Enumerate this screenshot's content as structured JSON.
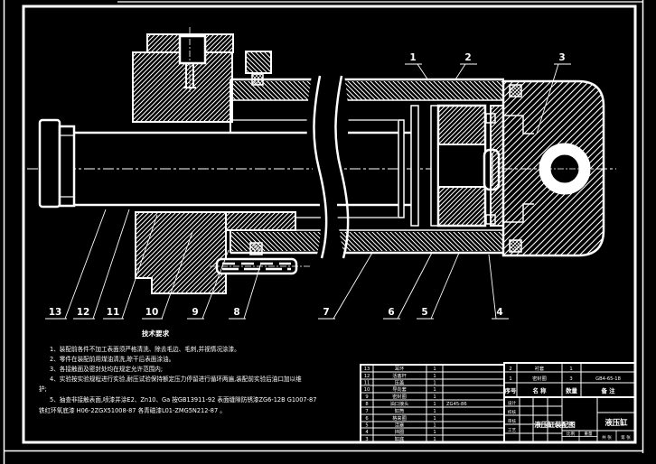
{
  "page": {
    "bg": "#000000",
    "line_color": "#ffffff"
  },
  "balloons": [
    "1",
    "2",
    "3",
    "4",
    "5",
    "6",
    "7",
    "8",
    "9",
    "10",
    "11",
    "12",
    "13"
  ],
  "tech": {
    "heading": "技术要求",
    "lines": [
      "1、装配前各件不加工表面须严格清洗、除去毛边、毛刺,并视情况涂漆。",
      "2、零件在装配前用煤油清洗,晾干后表面涂油。",
      "3、各接触面及密封处均在规定允许范围内;",
      "4、实验按实验规程进行实验,耐压试验保持额定压力停留进行循环两遍,装配前实验后油口加以维",
      "护;",
      "5、抽查非接触表面,喷漆并涂E2、Zn10、Ga 按GB13911-92 表面缝隙防锈漆ZG6-12B G1007-87",
      "铁红环氧底漆 H06-2ZGX51008-87 各青磁漆L01-ZMG5N212-87 。"
    ]
  },
  "bom_left": {
    "rows": [
      {
        "no": "13",
        "name": "耳环",
        "qty": "1",
        "remark": ""
      },
      {
        "no": "12",
        "name": "活塞杆",
        "qty": "1",
        "remark": ""
      },
      {
        "no": "11",
        "name": "压盖",
        "qty": "1",
        "remark": ""
      },
      {
        "no": "10",
        "name": "导向套",
        "qty": "1",
        "remark": ""
      },
      {
        "no": "9",
        "name": "密封圈",
        "qty": "1",
        "remark": ""
      },
      {
        "no": "8",
        "name": "油口接头",
        "qty": "1",
        "remark": "ZG45-86"
      },
      {
        "no": "7",
        "name": "缸筒",
        "qty": "1",
        "remark": ""
      },
      {
        "no": "6",
        "name": "格来圈",
        "qty": "1",
        "remark": ""
      },
      {
        "no": "5",
        "name": "活塞",
        "qty": "1",
        "remark": ""
      },
      {
        "no": "4",
        "name": "挡圈",
        "qty": "1",
        "remark": ""
      },
      {
        "no": "3",
        "name": "缸底",
        "qty": "1",
        "remark": ""
      }
    ]
  },
  "bom_right": {
    "header": {
      "no": "序号",
      "name": "名 称",
      "qty": "数量",
      "remark": "备 注"
    },
    "rows": [
      {
        "no": "2",
        "name": "衬套",
        "qty": "1",
        "remark": ""
      },
      {
        "no": "1",
        "name": "密封圈",
        "qty": "3",
        "remark": "GB4-65-18"
      }
    ]
  },
  "title_block": {
    "title": "液压缸",
    "stamp": "液压缸装配图",
    "sig": [
      "设计",
      "校核",
      "审核",
      "工艺"
    ],
    "scale_label": "比例",
    "weight_label": "重量",
    "sheet_total": "共 张",
    "sheet_no": "第 张"
  }
}
